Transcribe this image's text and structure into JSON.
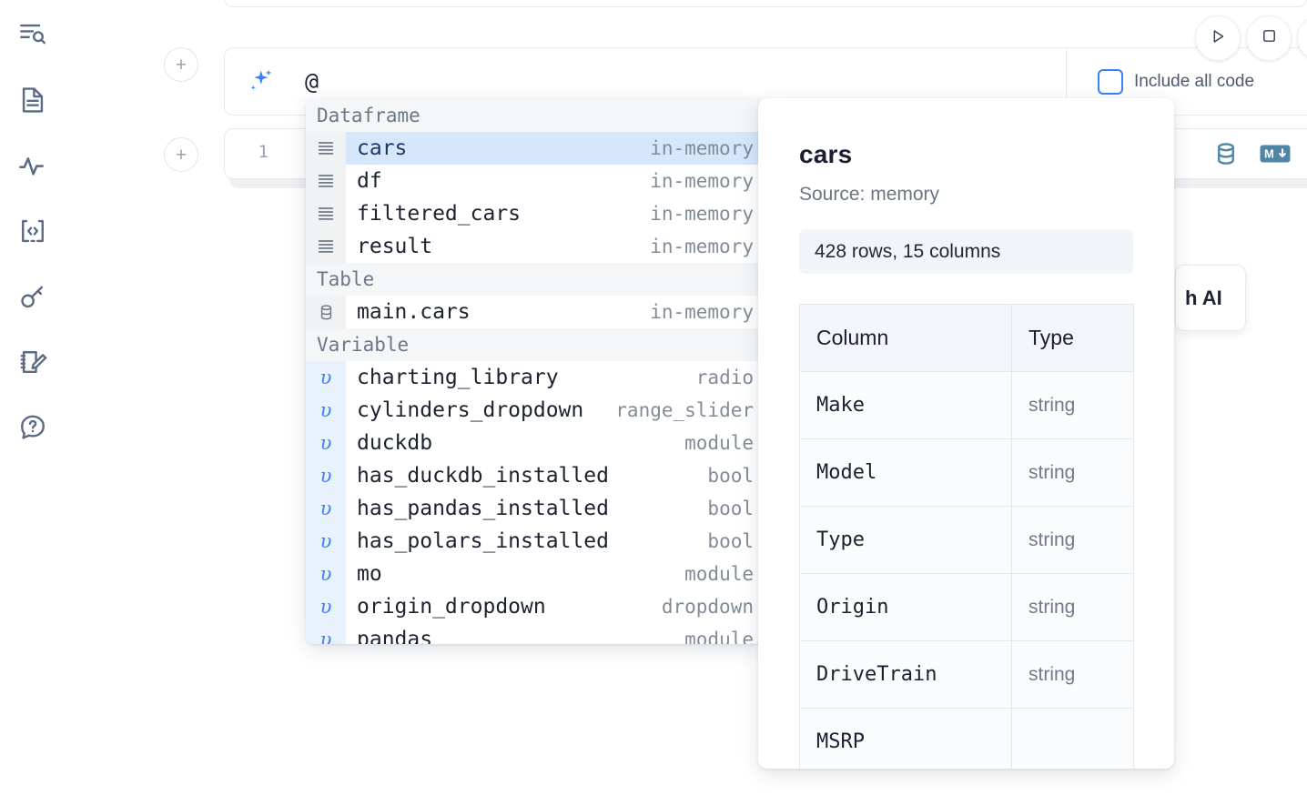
{
  "sidebar": {
    "items": [
      {
        "name": "explore-icon",
        "label": "Explore"
      },
      {
        "name": "document-icon",
        "label": "Notebook"
      },
      {
        "name": "activity-icon",
        "label": "Activity"
      },
      {
        "name": "code-icon",
        "label": "Snippets"
      },
      {
        "name": "key-icon",
        "label": "Secrets"
      },
      {
        "name": "scratchpad-icon",
        "label": "Scratchpad"
      },
      {
        "name": "help-icon",
        "label": "Help"
      }
    ]
  },
  "add_buttons": {
    "label": "+"
  },
  "ai_cell": {
    "sparkle_icon": "sparkle-icon",
    "input_value": "@",
    "include_all_code_label": "Include all code",
    "include_all_code_checked": false
  },
  "run_controls": [
    {
      "name": "run-button",
      "glyph": "play-icon"
    },
    {
      "name": "stop-button",
      "glyph": "stop-icon"
    }
  ],
  "code_cell": {
    "line_number": "1"
  },
  "cell_toolbar": [
    {
      "name": "database-icon",
      "label": "SQL cell"
    },
    {
      "name": "markdown-icon",
      "label": "M↓"
    }
  ],
  "ai_chip": {
    "label": "h AI"
  },
  "completion": {
    "groups": [
      {
        "title": "Dataframe",
        "icon": "dataframe-icon",
        "kind": "dataframe",
        "items": [
          {
            "name": "cars",
            "type": "in-memory",
            "selected": true
          },
          {
            "name": "df",
            "type": "in-memory",
            "selected": false
          },
          {
            "name": "filtered_cars",
            "type": "in-memory",
            "selected": false
          },
          {
            "name": "result",
            "type": "in-memory",
            "selected": false
          }
        ]
      },
      {
        "title": "Table",
        "icon": "table-icon",
        "kind": "table",
        "items": [
          {
            "name": "main.cars",
            "type": "in-memory",
            "selected": false
          }
        ]
      },
      {
        "title": "Variable",
        "icon": "variable-icon",
        "kind": "variable",
        "items": [
          {
            "name": "charting_library",
            "type": "radio",
            "selected": false
          },
          {
            "name": "cylinders_dropdown",
            "type": "range_slider",
            "selected": false
          },
          {
            "name": "duckdb",
            "type": "module",
            "selected": false
          },
          {
            "name": "has_duckdb_installed",
            "type": "bool",
            "selected": false
          },
          {
            "name": "has_pandas_installed",
            "type": "bool",
            "selected": false
          },
          {
            "name": "has_polars_installed",
            "type": "bool",
            "selected": false
          },
          {
            "name": "mo",
            "type": "module",
            "selected": false
          },
          {
            "name": "origin_dropdown",
            "type": "dropdown",
            "selected": false
          },
          {
            "name": "pandas",
            "type": "module",
            "selected": false
          }
        ]
      }
    ]
  },
  "preview": {
    "title": "cars",
    "source": "Source: memory",
    "shape": "428 rows, 15 columns",
    "columns_header": "Column",
    "type_header": "Type",
    "rows": [
      {
        "column": "Make",
        "type": "string"
      },
      {
        "column": "Model",
        "type": "string"
      },
      {
        "column": "Type",
        "type": "string"
      },
      {
        "column": "Origin",
        "type": "string"
      },
      {
        "column": "DriveTrain",
        "type": "string"
      },
      {
        "column": "MSRP",
        "type": ""
      }
    ]
  },
  "colors": {
    "accent_blue": "#3b82f6",
    "selection_blue": "#d6e7fb",
    "variable_gutter": "#e8f2fd",
    "icon_slate": "#5c6b84",
    "cell_icon_blue": "#4f86a8"
  }
}
